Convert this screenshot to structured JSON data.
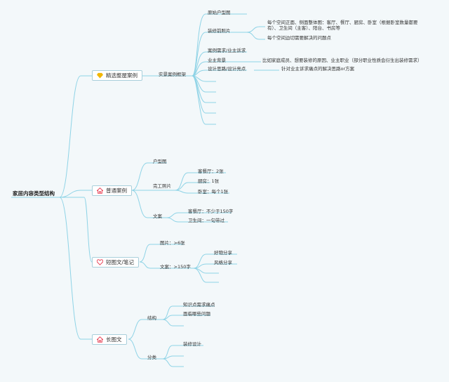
{
  "root": "家居内容类型结构",
  "icon_colors": {
    "diamond": "#f2b705",
    "home": "#e8485c",
    "heart": "#e8485c"
  },
  "icon_names": [
    "diamond-icon",
    "home-icon",
    "heart-icon",
    "home-icon"
  ],
  "line_color": "#8ed3e6",
  "branches": [
    {
      "label": "精选整屋案例",
      "sub": "实景案例框架",
      "items": [
        "原始户型图",
        "装修前照片",
        "案例需求/业主诉求",
        "业主背景",
        "设计思路/设计亮点"
      ],
      "details": {
        "before_photos": [
          "每个空间正面、侧面整体图：客厅、餐厅、厨房、卧室（根据卧室数量都要有）、卫生间（主客）、阳台、书房等",
          "每个空间边切需要解决的问题点"
        ],
        "owner_background": "比如家庭成员、想要装修的原因、业主职业（部分职业性质会衍生出装修需求）",
        "design_ideas": "针对业主诉求痛点的解决思路or方案"
      }
    },
    {
      "label": "普通案例",
      "items": [
        "户型图",
        "完工照片",
        "文案"
      ],
      "photos": [
        "客餐厅：2张",
        "厨房：1张",
        "卧室：每个1张"
      ],
      "copy": [
        "客餐厅：不少于150字",
        "卫生间：一句带过"
      ]
    },
    {
      "label": "短图文/笔记",
      "items": [
        "图片：>6张",
        "文案：>150字"
      ],
      "copy_children": [
        "好物分享",
        "风格分享"
      ]
    },
    {
      "label": "长图文",
      "items": [
        "结构",
        "分类"
      ],
      "structure": [
        "知识点需求痛点",
        "面临哪些问题"
      ],
      "category": [
        "装修设计"
      ]
    }
  ]
}
